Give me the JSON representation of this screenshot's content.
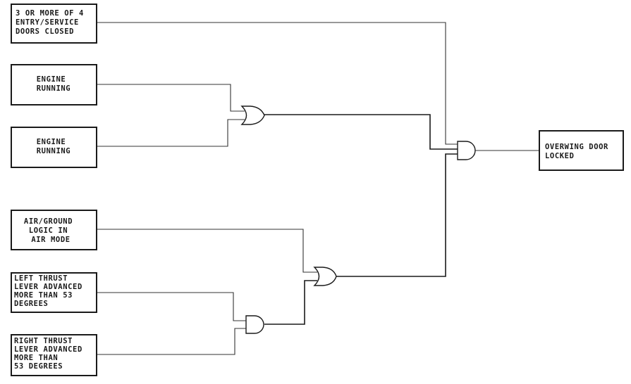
{
  "inputs": {
    "doors_closed": [
      "3 OR MORE OF 4",
      "ENTRY/SERVICE",
      "DOORS CLOSED"
    ],
    "engine_running_1": [
      "ENGINE",
      "RUNNING"
    ],
    "engine_running_2": [
      "ENGINE",
      "RUNNING"
    ],
    "air_ground": [
      "AIR/GROUND",
      "LOGIC IN",
      "AIR MODE"
    ],
    "left_thrust": [
      "LEFT THRUST",
      "LEVER ADVANCED",
      "MORE THAN 53",
      "DEGREES"
    ],
    "right_thrust": [
      "RIGHT THRUST",
      "LEVER ADVANCED",
      "MORE THAN",
      "53 DEGREES"
    ]
  },
  "output": {
    "overwing_door_locked": [
      "OVERWING DOOR",
      "LOCKED"
    ]
  },
  "gates": {
    "engine_or": "OR",
    "thrust_and": "AND",
    "air_or": "OR",
    "final_and": "AND"
  }
}
